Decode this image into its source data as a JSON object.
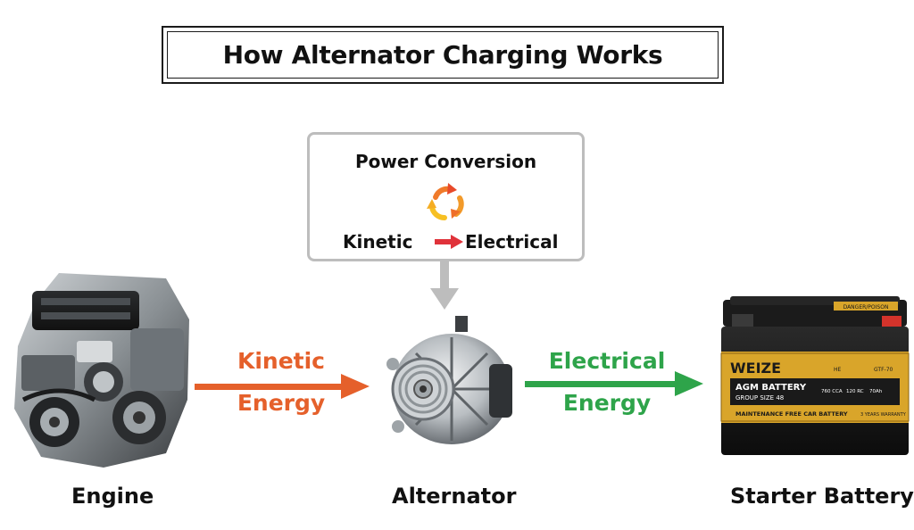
{
  "title": "How Alternator Charging Works",
  "conversion": {
    "heading": "Power Conversion",
    "from_label": "Kinetic",
    "to_label": "Electrical"
  },
  "flows": [
    {
      "line1": "Kinetic",
      "line2": "Energy",
      "color": "#e5602b"
    },
    {
      "line1": "Electrical",
      "line2": "Energy",
      "color": "#2ea44a"
    }
  ],
  "components": {
    "engine": "Engine",
    "alternator": "Alternator",
    "battery": "Starter Battery"
  },
  "battery_print": {
    "brand": "WEIZE",
    "type": "AGM BATTERY",
    "group": "GROUP SIZE 48",
    "cca": "760 CCA",
    "rc": "120 RC",
    "ah": "70Ah",
    "strip": "MAINTENANCE FREE CAR BATTERY",
    "warranty": "3 YEARS WARRANTY",
    "warning": "DANGER/POISON",
    "model": "GTF-70",
    "he": "HE"
  },
  "colors": {
    "kinetic": "#e5602b",
    "electrical": "#2ea44a",
    "conversion_arrow": "#e0323a",
    "box_border": "#bdbdbd",
    "battery_gold": "#d9a52a"
  },
  "icons": [
    "cycle-arrows-icon",
    "right-arrow-icon",
    "down-arrow-icon"
  ]
}
